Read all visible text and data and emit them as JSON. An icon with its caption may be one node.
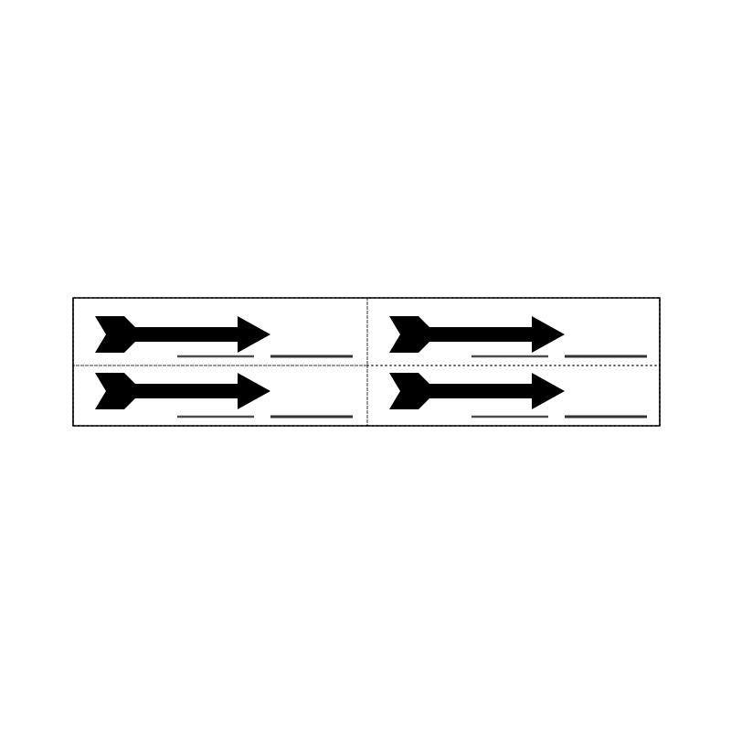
{
  "diagram": {
    "nodes": [
      {
        "text": [],
        "shape": "box"
      },
      {
        "text": [],
        "shape": "box"
      },
      {
        "text": [],
        "shape": "box"
      },
      {
        "text": [],
        "shape": "box"
      },
      {
        "text": [],
        "shape": "arrow",
        "in": 0
      },
      {
        "text": [],
        "shape": "arrow",
        "in": 1
      },
      {
        "text": [],
        "shape": "arrow",
        "in": 2
      },
      {
        "text": [],
        "shape": "arrow",
        "in": 3
      }
    ]
  }
}
